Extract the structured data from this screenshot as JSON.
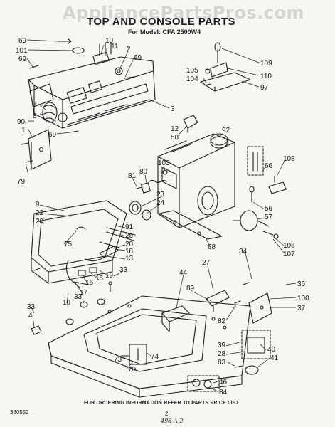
{
  "watermark": "AppliancePartsPros.com",
  "title": "TOP AND CONSOLE PARTS",
  "model": "For Model: CFA 2500W4",
  "footer": "FOR ORDERING INFORMATION REFER TO PARTS PRICE LIST",
  "doc_number": "380552",
  "page_number": "2",
  "handwritten_note": "498-A-2",
  "colors": {
    "ink": "#1b1b1b",
    "paper": "#f7f6f2"
  },
  "callouts": [
    {
      "label": "69"
    },
    {
      "label": "101"
    },
    {
      "label": "69"
    },
    {
      "label": "10"
    },
    {
      "label": "11"
    },
    {
      "label": "2"
    },
    {
      "label": "69"
    },
    {
      "label": "7"
    },
    {
      "label": "8"
    },
    {
      "label": "90"
    },
    {
      "label": "1"
    },
    {
      "label": "69"
    },
    {
      "label": "3"
    },
    {
      "label": "79"
    },
    {
      "label": "105"
    },
    {
      "label": "104"
    },
    {
      "label": "109"
    },
    {
      "label": "110"
    },
    {
      "label": "97"
    },
    {
      "label": "12"
    },
    {
      "label": "58"
    },
    {
      "label": "92"
    },
    {
      "label": "103"
    },
    {
      "label": "81"
    },
    {
      "label": "80"
    },
    {
      "label": "108"
    },
    {
      "label": "66"
    },
    {
      "label": "23"
    },
    {
      "label": "24"
    },
    {
      "label": "56"
    },
    {
      "label": "57"
    },
    {
      "label": "9"
    },
    {
      "label": "22"
    },
    {
      "label": "20"
    },
    {
      "label": "91"
    },
    {
      "label": "25"
    },
    {
      "label": "20"
    },
    {
      "label": "75"
    },
    {
      "label": "18"
    },
    {
      "label": "13"
    },
    {
      "label": "106"
    },
    {
      "label": "107"
    },
    {
      "label": "68"
    },
    {
      "label": "34"
    },
    {
      "label": "27"
    },
    {
      "label": "44"
    },
    {
      "label": "89"
    },
    {
      "label": "16"
    },
    {
      "label": "15"
    },
    {
      "label": "19"
    },
    {
      "label": "33"
    },
    {
      "label": "17"
    },
    {
      "label": "18"
    },
    {
      "label": "33"
    },
    {
      "label": "33"
    },
    {
      "label": "4"
    },
    {
      "label": "36"
    },
    {
      "label": "100"
    },
    {
      "label": "37"
    },
    {
      "label": "82"
    },
    {
      "label": "39"
    },
    {
      "label": "28"
    },
    {
      "label": "83"
    },
    {
      "label": "40"
    },
    {
      "label": "41"
    },
    {
      "label": "73"
    },
    {
      "label": "70"
    },
    {
      "label": "74"
    },
    {
      "label": "46"
    },
    {
      "label": "84"
    }
  ]
}
